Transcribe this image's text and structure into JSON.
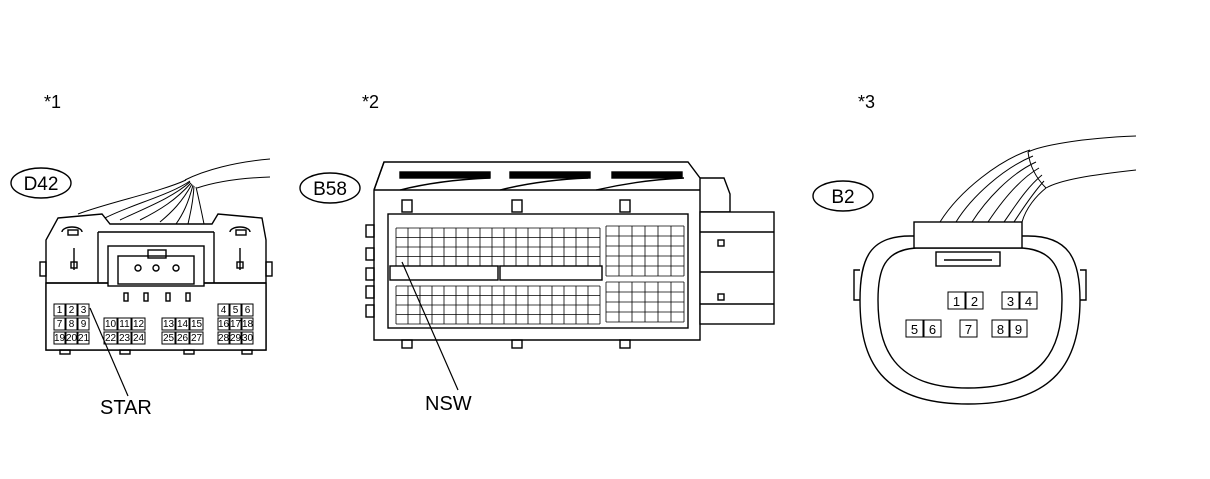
{
  "figure_refs": [
    "*1",
    "*2",
    "*3"
  ],
  "connectors": [
    {
      "id": "D42",
      "pins_top": [
        "1",
        "2",
        "3",
        "4",
        "5",
        "6"
      ],
      "pins_mid": [
        "7",
        "8",
        "9",
        "10",
        "11",
        "12",
        "13",
        "14",
        "15",
        "16",
        "17",
        "18"
      ],
      "pins_bot": [
        "19",
        "20",
        "21",
        "22",
        "23",
        "24",
        "25",
        "26",
        "27",
        "28",
        "29",
        "30"
      ],
      "callout": "STAR"
    },
    {
      "id": "B58",
      "callout": "NSW"
    },
    {
      "id": "B2",
      "pins_top": [
        "1",
        "2",
        "3",
        "4"
      ],
      "pins_bot": [
        "5",
        "6",
        "7",
        "8",
        "9"
      ]
    }
  ],
  "colors": {
    "line": "#000000",
    "background": "#ffffff",
    "shade": "#d9d9d9"
  }
}
